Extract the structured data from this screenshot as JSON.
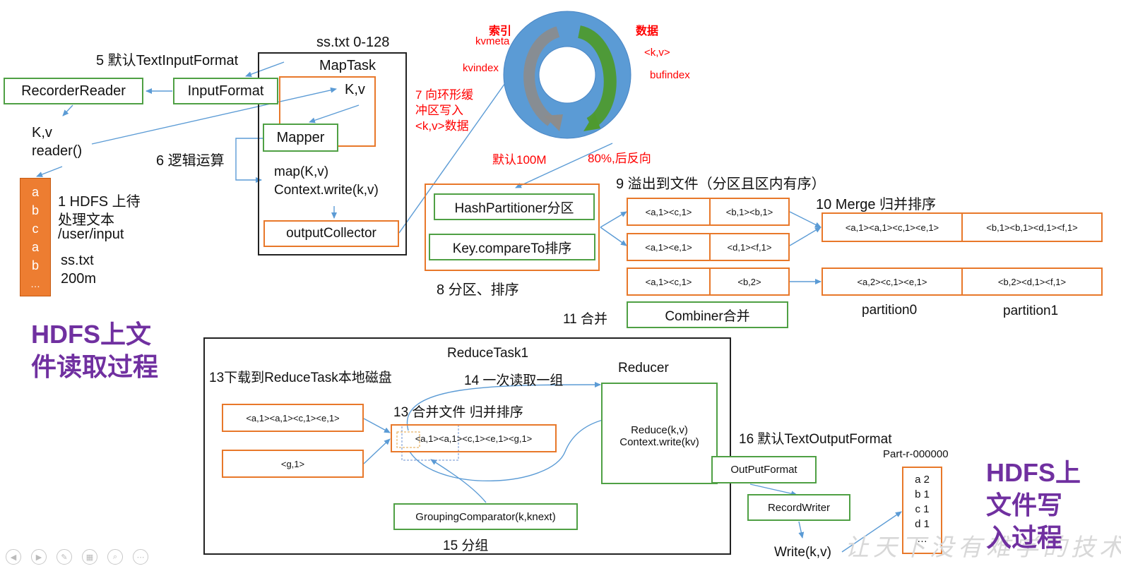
{
  "left_flow": {
    "default_input_label": "5 默认TextInputFormat",
    "split_label": "ss.txt 0-128",
    "maptask_title": "MapTask",
    "recorder_reader": "RecorderReader",
    "input_format": "InputFormat",
    "kv_top": "K,v",
    "kv_reader_line1": "K,v",
    "kv_reader_line2": "reader()",
    "mapper": "Mapper",
    "logic_label": "6 逻辑运算",
    "map_call": "map(K,v)",
    "context_write": "Context.write(k,v)",
    "output_collector": "outputCollector",
    "file_letters": [
      "a",
      "b",
      "c",
      "a",
      "b",
      "…"
    ],
    "hdfs_note_line1": "1 HDFS 上待",
    "hdfs_note_line2": "处理文本",
    "hdfs_note_line3": "/user/input",
    "file_name": "ss.txt",
    "file_size": "200m",
    "read_title_line1": "HDFS上文",
    "read_title_line2": "件读取过程"
  },
  "ring_buffer": {
    "index_label": "索引",
    "kvmeta": "kvmeta",
    "kvindex": "kvindex",
    "data_label": "数据",
    "kv_data": "<k,v>",
    "bufindex": "bufindex",
    "write_label_line1": "7 向环形缓",
    "write_label_line2": "冲区写入",
    "write_label_line3": "<k,v>数据",
    "default_size": "默认100M",
    "reverse_label": "80%,后反向",
    "colors": {
      "ring": "#5b9bd5",
      "data_arrow": "#4e9a2f",
      "index_arrow": "#8c8c8c",
      "label": "#ff0000"
    }
  },
  "partition_sort": {
    "hash_partitioner": "HashPartitioner分区",
    "key_compare": "Key.compareTo排序",
    "caption": "8 分区、排序"
  },
  "spill": {
    "title": "9 溢出到文件（分区且区内有序）",
    "rows": [
      [
        "<a,1><c,1>",
        "<b,1><b,1>"
      ],
      [
        "<a,1><e,1>",
        "<d,1><f,1>"
      ],
      [
        "<a,1><c,1>",
        "<b,2>"
      ]
    ],
    "combiner": "Combiner合并",
    "combine_label": "11 合并"
  },
  "merge": {
    "title": "10 Merge 归并排序",
    "rows": [
      [
        "<a,1><a,1><c,1><e,1>",
        "<b,1><b,1><d,1><f,1>"
      ],
      [
        "<a,2><c,1><e,1>",
        "<b,2><d,1><f,1>"
      ]
    ],
    "partition0": "partition0",
    "partition1": "partition1"
  },
  "reduce": {
    "title": "ReduceTask1",
    "download_label": "13下载到ReduceTask本地磁盘",
    "read_group_label": "14 一次读取一组",
    "merge_label": "13 合并文件 归并排序",
    "input1": "<a,1><a,1><c,1><e,1>",
    "input2": "<g,1>",
    "merged": "<a,1><a,1><c,1><e,1><g,1>",
    "reducer_title": "Reducer",
    "reduce_call": "Reduce(k,v)",
    "context_write": "Context.write(kv)",
    "grouping": "GroupingComparator(k,knext)",
    "group_label": "15 分组"
  },
  "output": {
    "default_output_label": "16 默认TextOutputFormat",
    "output_format": "OutPutFormat",
    "record_writer": "RecordWriter",
    "write_call": "Write(k,v)",
    "part_file": "Part-r-000000",
    "part_lines": [
      "a 2",
      "b 1",
      "c 1",
      "d 1",
      "…"
    ],
    "write_title_line1": "HDFS上",
    "write_title_line2": "文件写",
    "write_title_line3": "入过程"
  },
  "watermark": "让天下没有难学的技术"
}
